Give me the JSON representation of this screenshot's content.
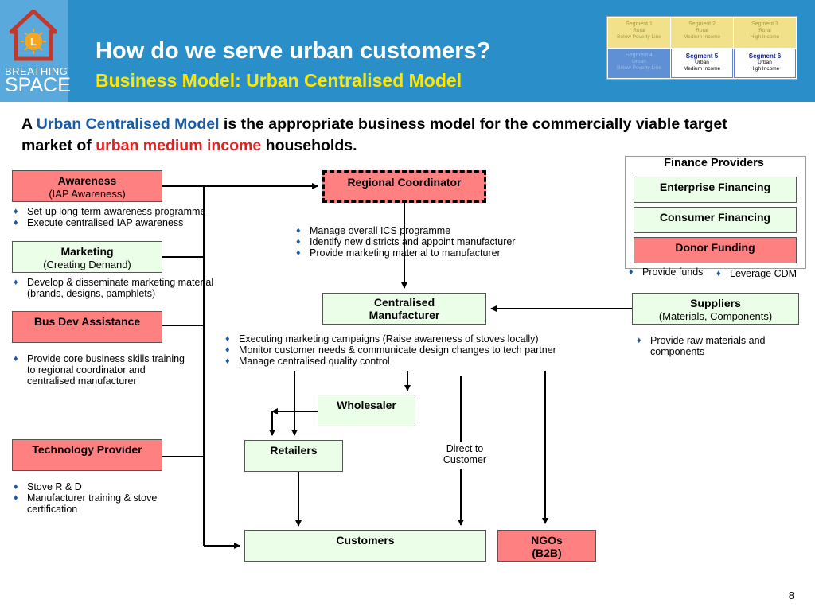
{
  "header": {
    "logo": {
      "brand_top": "BREATHING",
      "brand_bottom": "SPACE"
    },
    "title": "How do we serve urban customers?",
    "subtitle": "Business Model: Urban Centralised Model",
    "segments": [
      {
        "name": "Segment 1",
        "desc1": "Rural",
        "desc2": "Below Poverty Line",
        "style": "rural"
      },
      {
        "name": "Segment 2",
        "desc1": "Rural",
        "desc2": "Medium Income",
        "style": "rural"
      },
      {
        "name": "Segment 3",
        "desc1": "Rural",
        "desc2": "High Income",
        "style": "rural"
      },
      {
        "name": "Segment 4",
        "desc1": "Urban",
        "desc2": "Below Poverty Line",
        "style": "dim"
      },
      {
        "name": "Segment 5",
        "desc1": "Urban",
        "desc2": "Medium Income",
        "style": "hl"
      },
      {
        "name": "Segment 6",
        "desc1": "Urban",
        "desc2": "High Income",
        "style": "hl"
      }
    ]
  },
  "intro": {
    "p1": "A ",
    "model": "Urban Centralised Model",
    "p2": " is the appropriate business model for the commercially viable target market of ",
    "market": "urban medium income",
    "p3": " households."
  },
  "left": {
    "awareness": {
      "title": "Awareness",
      "sub": "(IAP Awareness)",
      "bullets": [
        "Set-up long-term awareness programme",
        "Execute centralised IAP awareness"
      ]
    },
    "marketing": {
      "title": "Marketing",
      "sub": "(Creating Demand)",
      "bullets": [
        "Develop & disseminate marketing material (brands, designs, pamphlets)"
      ]
    },
    "busdev": {
      "title": "Bus Dev Assistance",
      "bullets": [
        "Provide core business skills training to regional coordinator and centralised manufacturer"
      ]
    },
    "tech": {
      "title": "Technology Provider",
      "bullets": [
        "Stove R & D",
        "Manufacturer training & stove certification"
      ]
    }
  },
  "center": {
    "regional": {
      "title": "Regional Coordinator",
      "bullets": [
        "Manage overall ICS programme",
        "Identify new districts and appoint manufacturer",
        "Provide marketing material to manufacturer"
      ]
    },
    "manufacturer": {
      "title": "Centralised Manufacturer",
      "bullets": [
        "Executing marketing campaigns (Raise awareness of stoves locally)",
        "Monitor customer needs & communicate design changes to tech partner",
        "Manage centralised quality control"
      ]
    },
    "wholesaler": "Wholesaler",
    "retailers": "Retailers",
    "direct": "Direct to Customer",
    "customers": "Customers",
    "ngos": "NGOs (B2B)"
  },
  "right": {
    "finance_title": "Finance Providers",
    "enterprise": "Enterprise Financing",
    "consumer": "Consumer Financing",
    "donor": "Donor Funding",
    "fin_bullets": [
      "Provide funds",
      "Leverage CDM"
    ],
    "suppliers": {
      "title": "Suppliers",
      "sub": "(Materials, Components)",
      "bullets": [
        "Provide raw materials and components"
      ]
    }
  },
  "page_number": "8",
  "colors": {
    "header": "#2a8fc9",
    "title_sub": "#ffe600",
    "pink": "#ff8080",
    "green": "#ebffe8",
    "bullet": "#1a5ba6"
  }
}
